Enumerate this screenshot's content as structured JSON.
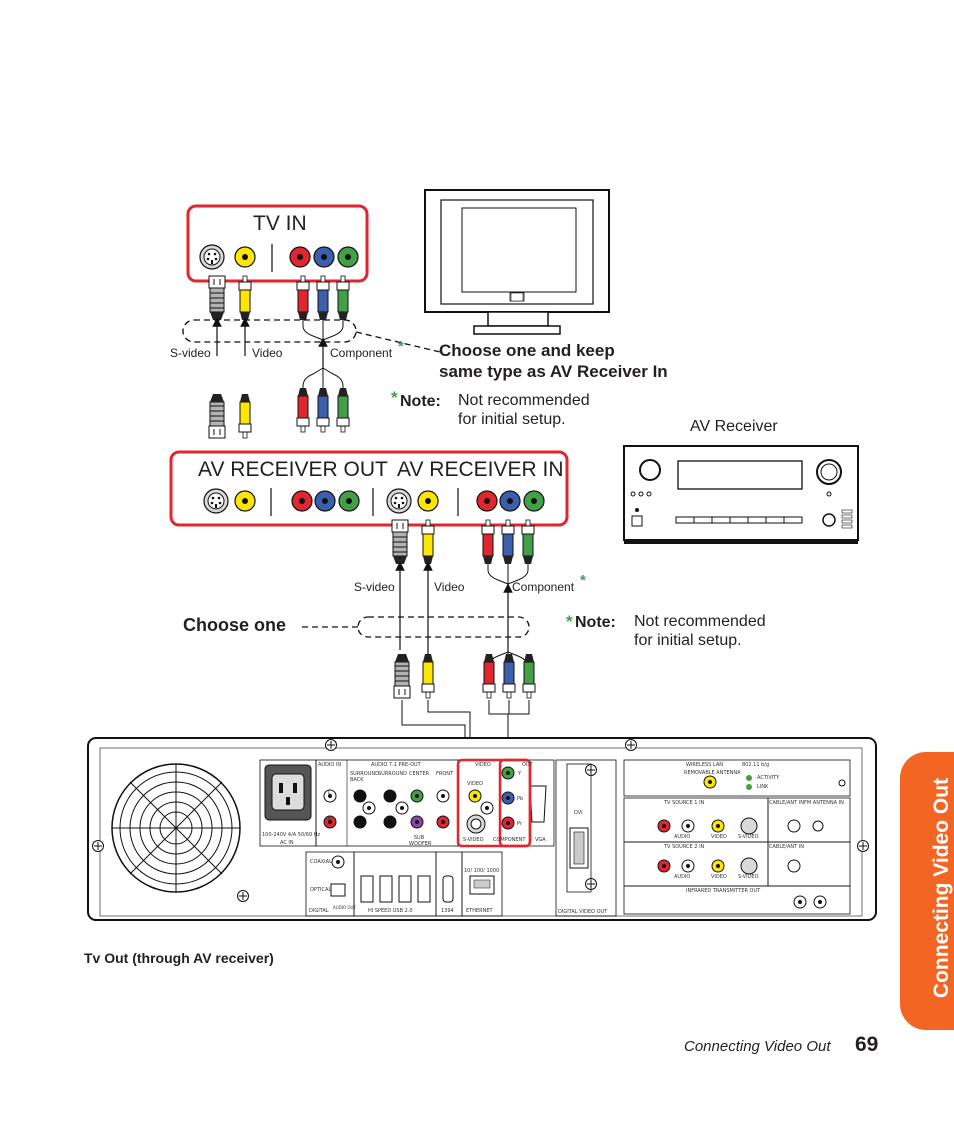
{
  "diagram": {
    "tv_in": "TV IN",
    "av_receiver_out": "AV RECEIVER OUT",
    "av_receiver_in": "AV RECEIVER IN",
    "av_receiver": "AV Receiver",
    "top_labels": {
      "svideo": "S-video",
      "video": "Video",
      "component": "Component"
    },
    "bottom_labels": {
      "svideo": "S-video",
      "video": "Video",
      "component": "Component"
    },
    "asterisk": "*",
    "choose_keep_line1": "Choose one and keep",
    "choose_keep_line2": "same type as AV Receiver In",
    "note_label": "Note:",
    "note_line1": "Not recommended",
    "note_line2": "for initial setup.",
    "choose_one": "Choose one",
    "caption": "Tv Out (through AV receiver)"
  },
  "panel": {
    "audio_in": "AUDIO IN",
    "audio_71": "AUDIO 7.1 PRE-OUT",
    "surround_back": "SURROUND BACK",
    "surround": "SURROUND",
    "center": "CENTER",
    "front": "FRONT",
    "sub_woofer": "SUB WOOFER",
    "ac_in": "AC IN",
    "ac_rating": "100-240V 4/A 50/60 Hz",
    "video": "VIDEO",
    "out": "OUT",
    "y": "Y",
    "pb": "Pb",
    "pr": "Pr",
    "svideo": "S-VIDEO",
    "component": "COMPONENT",
    "vga": "VGA",
    "dvi": "DVI",
    "digital_video_out": "DIGITAL VIDEO OUT",
    "coaxial": "COAXIAL",
    "optical": "OPTICAL",
    "digital": "DIGITAL",
    "audio_out": "AUDIO OUT",
    "usb": "HI SPEED USB 2.0",
    "ieee1394": "1394",
    "ethernet_speed": "10/ 100/ 1000",
    "ethernet": "ETHERNET",
    "wireless_lan": "WIRELESS LAN",
    "wifi_std": "802.11 b/g",
    "removable_antenna": "REMOVABLE ANTENNA",
    "activity": "ACTIVITY",
    "link": "LINK",
    "tv_source_1": "TV SOURCE 1 IN",
    "tv_source_2": "TV SOURCE 2 IN",
    "cable_ant": "CABLE/ANT IN",
    "fm_antenna": "FM ANTENNA IN",
    "audio": "AUDIO",
    "infrared": "INFRARED TRANSMITTER OUT",
    "l": "L",
    "r": "R"
  },
  "footer": {
    "section": "Connecting Video Out",
    "page": "69",
    "tab": "Connecting Video Out"
  }
}
